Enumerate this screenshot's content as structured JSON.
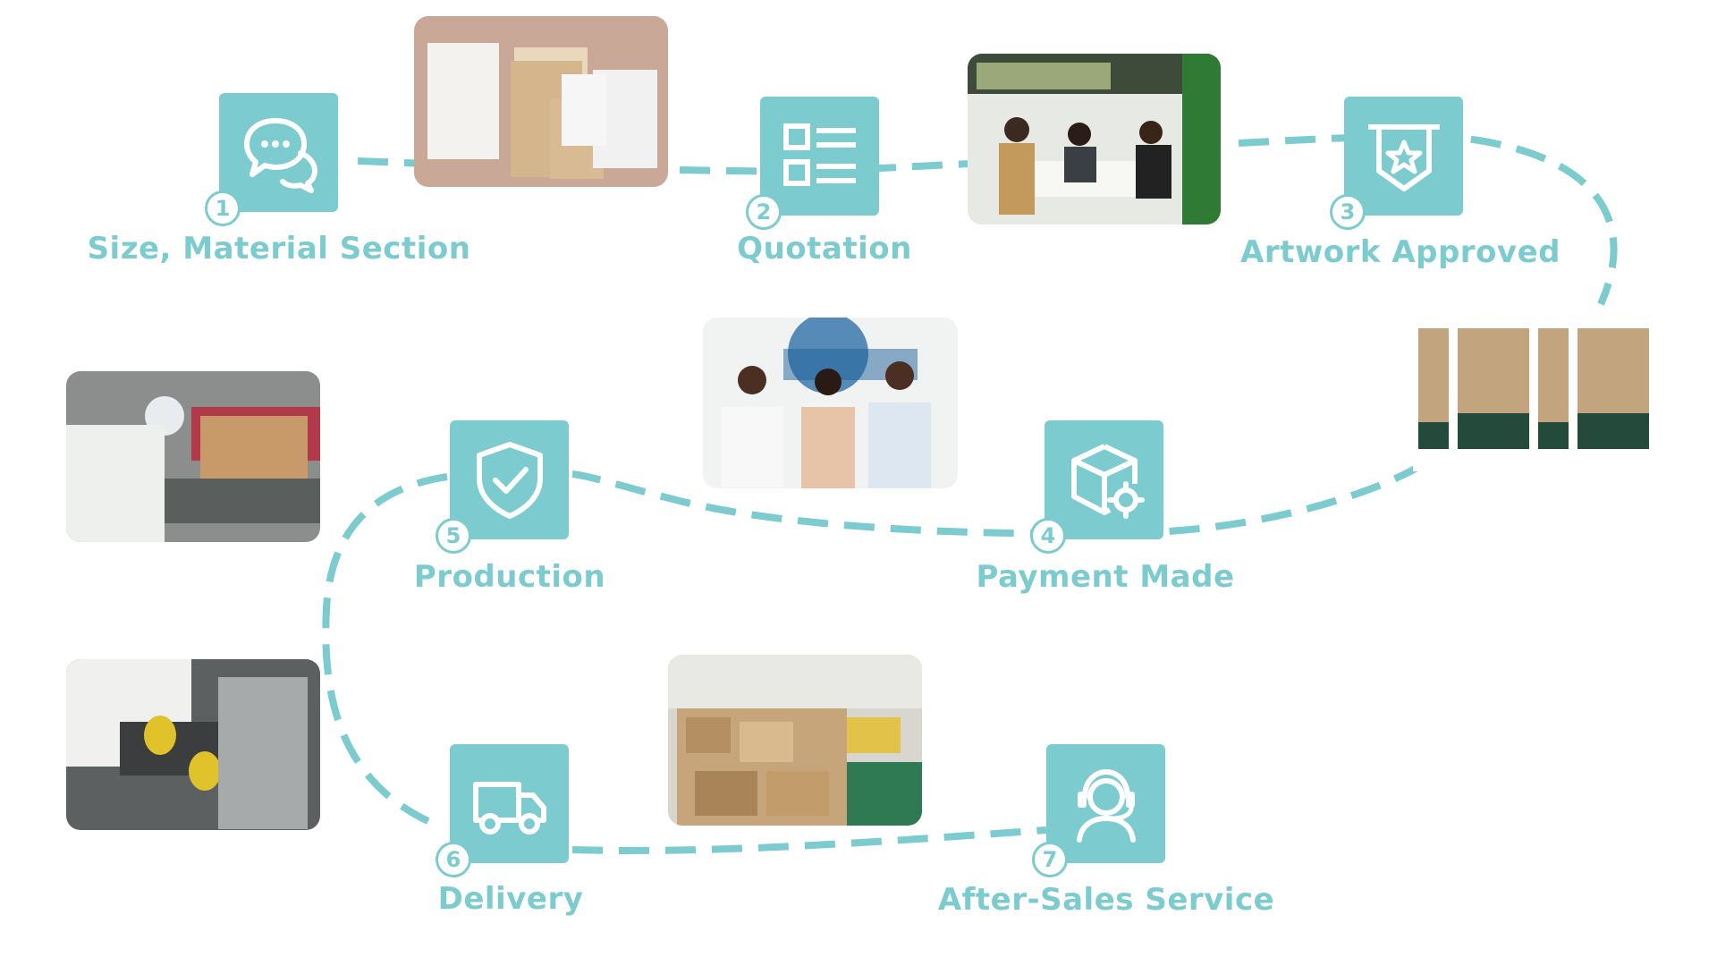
{
  "colors": {
    "accent": "#7ccbcf",
    "background": "#ffffff"
  },
  "steps": [
    {
      "number": "1",
      "label": "Size, Material Section",
      "icon": "chat-bubbles-icon"
    },
    {
      "number": "2",
      "label": "Quotation",
      "icon": "list-icon"
    },
    {
      "number": "3",
      "label": "Artwork Approved",
      "icon": "star-badge-icon"
    },
    {
      "number": "4",
      "label": "Payment Made",
      "icon": "box-gear-icon"
    },
    {
      "number": "5",
      "label": "Production",
      "icon": "shield-check-icon"
    },
    {
      "number": "6",
      "label": "Delivery",
      "icon": "truck-icon"
    },
    {
      "number": "7",
      "label": "After-Sales Service",
      "icon": "headset-icon"
    }
  ],
  "photos": [
    {
      "name": "photo-pouches"
    },
    {
      "name": "photo-trade-show"
    },
    {
      "name": "photo-artwork-dieline"
    },
    {
      "name": "photo-customer-visit"
    },
    {
      "name": "photo-worker-machine"
    },
    {
      "name": "photo-machine-rollers"
    },
    {
      "name": "photo-warehouse"
    }
  ]
}
